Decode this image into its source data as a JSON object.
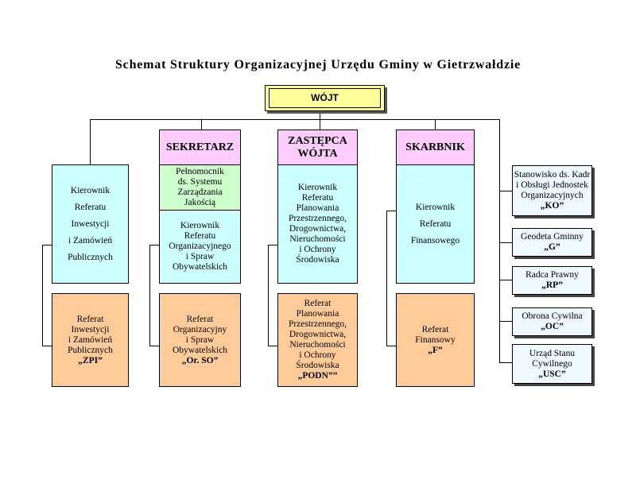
{
  "title": "Schemat Struktury Organizacyjnej Urzędu Gminy w Gietrzwałdzie",
  "top": "WÓJT",
  "heads": {
    "sekretarz": "SEKRETARZ",
    "zastepca": [
      "ZASTĘPCA",
      "WÓJTA"
    ],
    "skarbnik": "SKARBNIK"
  },
  "col1": {
    "kierownik": [
      "Kierownik",
      "Referatu",
      "Inwestycji",
      "i Zamówień",
      "Publicznych"
    ],
    "referat": [
      "Referat",
      "Inwestycji",
      "i Zamówień",
      "Publicznych"
    ],
    "code": "„ZPI”"
  },
  "col2": {
    "pelnomocnik": [
      "Pełnomocnik",
      "ds. Systemu",
      "Zarządzania",
      "Jakością"
    ],
    "kierownik": [
      "Kierownik",
      "Referatu",
      "Organizacyjnego",
      "i Spraw",
      "Obywatelskich"
    ],
    "referat": [
      "Referat",
      "Organizacyjny",
      "i Spraw",
      "Obywatelskich"
    ],
    "code": "„Or. SO”"
  },
  "col3": {
    "kierownik": [
      "Kierownik",
      "Referatu",
      "Planowania",
      "Przestrzennego,",
      "Drogownictwa,",
      "Nieruchomości",
      "i Ochrony",
      "Środowiska"
    ],
    "referat": [
      "Referat",
      "Planowania",
      "Przestrzennego,",
      "Drogownictwa,",
      "Nieruchomości",
      "i Ochrony",
      "Środowiska"
    ],
    "code": "„PODN””"
  },
  "col4": {
    "kierownik": [
      "Kierownik",
      "Referatu",
      "Finansowego"
    ],
    "referat": [
      "Referat",
      "Finansowy"
    ],
    "code": "„F”"
  },
  "side": [
    {
      "lines": [
        "Stanowisko ds. Kadr",
        "i Obsługi Jednostek",
        "Organizacyjnych"
      ],
      "code": "„KO”"
    },
    {
      "lines": [
        "Geodeta Gminny"
      ],
      "code": "„G”"
    },
    {
      "lines": [
        "Radca Prawny"
      ],
      "code": "„RP”"
    },
    {
      "lines": [
        "Obrona Cywilna"
      ],
      "code": "„OC”"
    },
    {
      "lines": [
        "Urząd Stanu",
        "Cywilnego"
      ],
      "code": "„USC”"
    }
  ]
}
